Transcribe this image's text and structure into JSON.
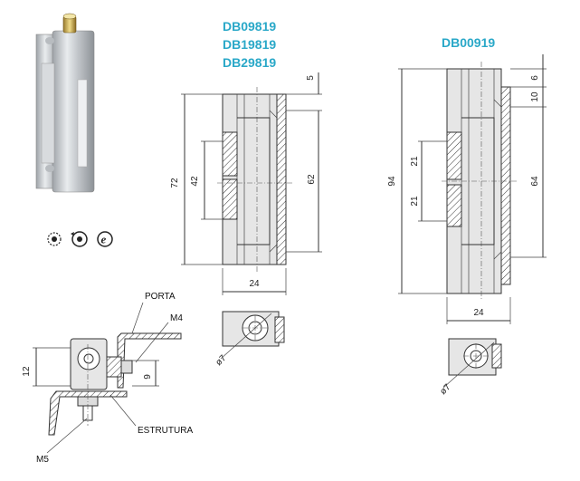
{
  "codes_left": [
    "DB09819",
    "DB19819",
    "DB29819"
  ],
  "code_right": "DB00919",
  "left_dims": {
    "d5": "5",
    "d72": "72",
    "d42": "42",
    "d62": "62",
    "d24": "24",
    "d7": "ø7"
  },
  "right_dims": {
    "d94": "94",
    "d6": "6",
    "d10": "10",
    "d21a": "21",
    "d21b": "21",
    "d64": "64",
    "d24": "24",
    "d7": "ø7"
  },
  "assembly": {
    "porta": "PORTA",
    "m4": "M4",
    "d12": "12",
    "d9": "9",
    "estrutura": "ESTRUTURA",
    "m5": "M5"
  },
  "icons": [
    "rotation-icon",
    "swing-icon",
    "e-circle-icon"
  ],
  "colors": {
    "code_text": "#2aa8c8",
    "hinge_metal": "#c9ccd0"
  }
}
